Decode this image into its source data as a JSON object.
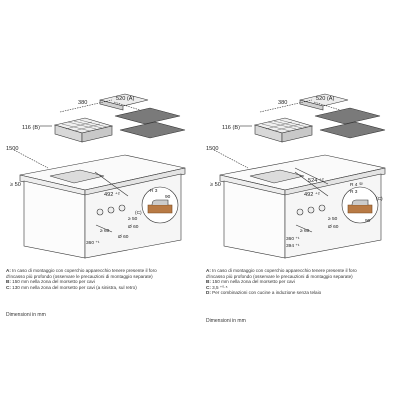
{
  "left": {
    "dims": {
      "d380": "380",
      "d520": "520 (A)",
      "d116": "116 (B)",
      "d1500": "1500",
      "d50": "≥ 50",
      "d492": "492 ⁺²",
      "d90": "90",
      "dR3": "R 3",
      "d50a": "≥ 50",
      "d60a": "Ø 60",
      "d60b": "≥ 60",
      "d60c": "Ø 60",
      "d360": "360 ⁺¹",
      "dC": "(C)"
    },
    "notes": [
      {
        "key": "A:",
        "text": "In caso di montaggio con coperchio apparecchio tenere presente il foro"
      },
      {
        "key": "",
        "text": "d'incasso più profondo (osservare le precauzioni di montaggio separate)"
      },
      {
        "key": "B:",
        "text": "150 mm nella zona del morsetto per cavi"
      },
      {
        "key": "C:",
        "text": "130 mm nella zona del morsetto per cavi (a sinistra, sul retro)"
      }
    ],
    "caption": "Dimensioni in mm"
  },
  "right": {
    "dims": {
      "d380": "380",
      "d520": "520 (A)",
      "d116": "116 (B)",
      "d1500": "1500",
      "d50": "≥ 50",
      "d524": "524 ⁺²",
      "d492": "492 ⁺²",
      "dR4": "R 4 ⁽ᴰ⁾",
      "dR3": "R 3",
      "dC": "(C)",
      "d50a": "≥ 50",
      "d60a": "Ø 60",
      "d60b": "≥ 60",
      "d360": "360 ⁺¹",
      "d394": "394 ⁺¹",
      "d90": "90"
    },
    "notes": [
      {
        "key": "A:",
        "text": "In caso di montaggio con coperchio apparecchio tenere presente il foro"
      },
      {
        "key": "",
        "text": "d'incasso più profondo (osservare le precauzioni di montaggio separate)"
      },
      {
        "key": "B:",
        "text": "150 mm nella zona del morsetto per cavi"
      },
      {
        "key": "C:",
        "text": "3,5 ⁺⁰·⁵"
      },
      {
        "key": "D:",
        "text": "Per combinazioni con cucine a induzione senza telaio"
      }
    ],
    "caption": "Dimensioni in mm"
  }
}
